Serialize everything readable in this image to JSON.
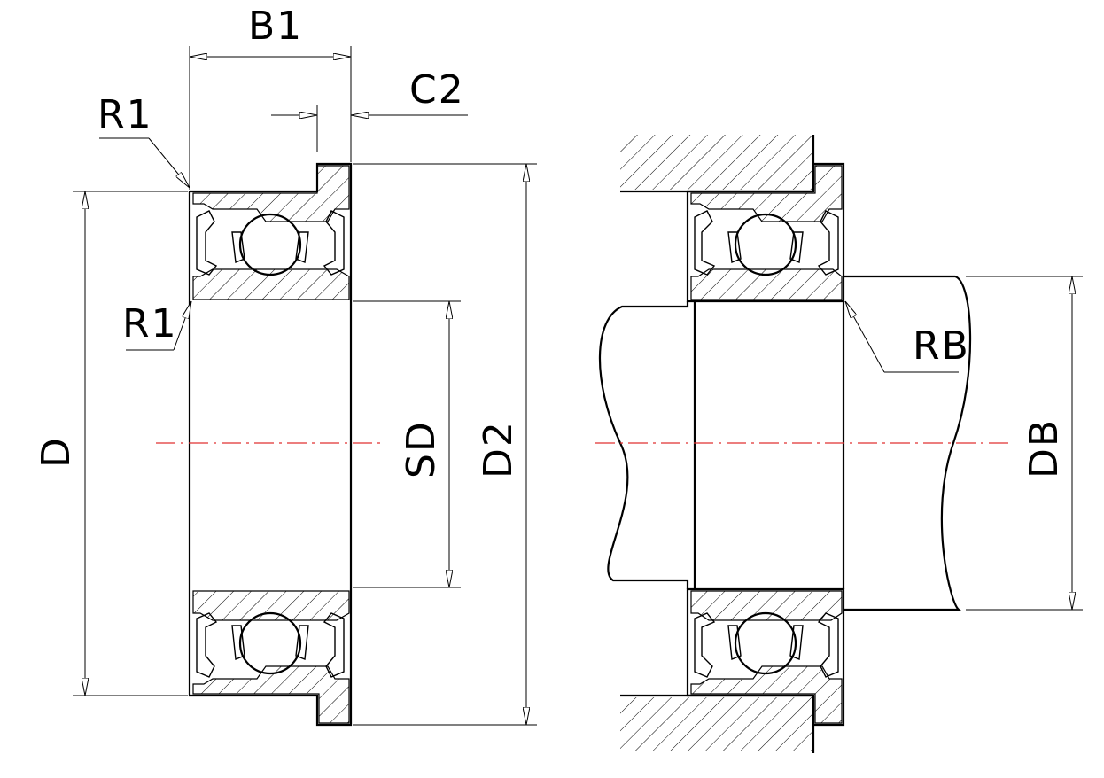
{
  "labels": {
    "b1": "B1",
    "c2": "C2",
    "r1_top": "R1",
    "r1_bottom": "R1",
    "d": "D",
    "sd": "SD",
    "d2": "D2",
    "rb": "RB",
    "db": "DB"
  },
  "colors": {
    "line": "#000000",
    "centerline": "#e03030"
  }
}
